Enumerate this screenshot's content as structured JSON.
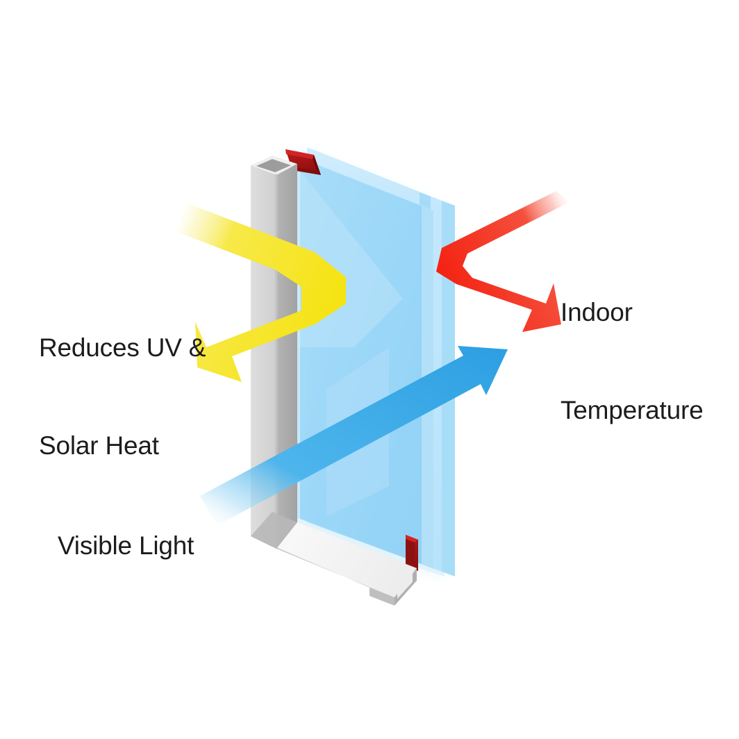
{
  "diagram": {
    "title": "Low-E insulated glazing performance diagram",
    "type": "isometric-cutaway",
    "background_color": "#ffffff",
    "labels": [
      {
        "id": "reduces-uv-solar-heat",
        "lines": [
          "Reduces UV &",
          "Solar Heat"
        ],
        "line1": "Reduces UV &",
        "line2": "Solar Heat",
        "color": "#1c1c1c",
        "position": "left-upper",
        "associated_arrow": "uv-solar-heat-arrow"
      },
      {
        "id": "visible-light",
        "lines": [
          "Visible Light"
        ],
        "line1": "Visible Light",
        "color": "#1c1c1c",
        "position": "left-lower",
        "associated_arrow": "visible-light-arrow"
      },
      {
        "id": "indoor-temperature",
        "lines": [
          "Indoor",
          "Temperature"
        ],
        "line1": "Indoor",
        "line2": "Temperature",
        "color": "#1c1c1c",
        "position": "right-upper",
        "associated_arrow": "indoor-temperature-arrow"
      }
    ],
    "arrows": [
      {
        "id": "uv-solar-heat-arrow",
        "name": "uv-solar-heat-arrow",
        "color": "#F5E312",
        "color_tail": "#FFFFFF",
        "behavior": "reflected",
        "direction": "enters from upper-left, bounces off glass, exits lower-left",
        "meaning": "UV and solar heat reflected away"
      },
      {
        "id": "visible-light-arrow",
        "name": "visible-light-arrow",
        "color": "#33A9E8",
        "color_tail": "#FFFFFF",
        "behavior": "transmitted",
        "direction": "enters from lower-left, passes straight through to upper-right",
        "meaning": "Visible light passes through"
      },
      {
        "id": "indoor-temperature-arrow",
        "name": "indoor-temperature-arrow",
        "color": "#F42313",
        "color_tail": "#FFFFFF",
        "behavior": "reflected",
        "direction": "enters from upper-right, bounces off glass, exits lower-right",
        "meaning": "Indoor heat reflected back inside"
      }
    ],
    "glazing_unit": {
      "panes": 2,
      "frame_color_light": "#D8D8D8",
      "frame_color_mid": "#ADADAD",
      "frame_color_dark": "#989898",
      "frame_top_face": "#F2F2F2",
      "glass_color_outer": "#9AD7F8",
      "glass_color_inner": "#BFE6FB",
      "glass_color_edge": "#C9EAFC",
      "glass_color_shade": "#7FCAF2",
      "spacer_color": "#B21414",
      "spacer_color_dark": "#7E0C0C",
      "components": [
        {
          "name": "aluminium-frame-post",
          "position": "left-vertical"
        },
        {
          "name": "aluminium-frame-sill",
          "position": "bottom-horizontal"
        },
        {
          "name": "outer-glass-pane",
          "position": "front"
        },
        {
          "name": "inner-glass-pane",
          "position": "rear"
        },
        {
          "name": "top-spacer-bar",
          "position": "top"
        },
        {
          "name": "bottom-spacer-bar",
          "position": "bottom"
        }
      ]
    }
  }
}
